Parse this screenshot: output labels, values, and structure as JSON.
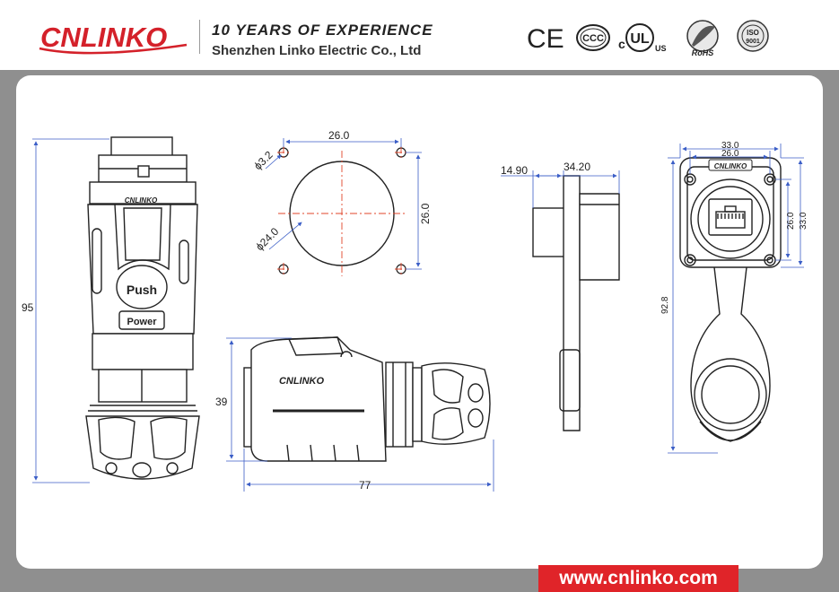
{
  "header": {
    "logo_text": "CNLINKO",
    "tagline": "10 YEARS OF  EXPERIENCE",
    "company": "Shenzhen Linko Electric Co., Ltd",
    "certifications": {
      "ce": "CE",
      "ccc": "CCC",
      "c_letter": "c",
      "ul": "UL",
      "us": "US",
      "rohs": "RoHS",
      "iso": "ISO",
      "iso_num": "9001"
    }
  },
  "drawing": {
    "front_view": {
      "height": "95",
      "push_label": "Push",
      "power_label": "Power",
      "brand": "CNLINKO"
    },
    "panel_cutout": {
      "hole_diameter": "ϕ3.2",
      "pitch_horizontal": "26.0",
      "pitch_vertical": "26.0",
      "opening_diameter": "ϕ24.0"
    },
    "side_view": {
      "height": "39",
      "length": "77",
      "brand": "CNLINKO"
    },
    "profile_view": {
      "flange": "14.90",
      "depth": "34.20"
    },
    "receptacle_view": {
      "outer_width": "33.0",
      "inner_width": "26.0",
      "inner_height": "26.0",
      "outer_height": "33.0",
      "total_length": "92.8",
      "brand": "CNLINKO"
    }
  },
  "colors": {
    "brand_red": "#d4212a",
    "background_gray": "#8f8f8f",
    "dimension_blue": "#3b5ec7",
    "center_line_red": "#e0452a"
  },
  "footer": {
    "website": "www.cnlinko.com"
  }
}
